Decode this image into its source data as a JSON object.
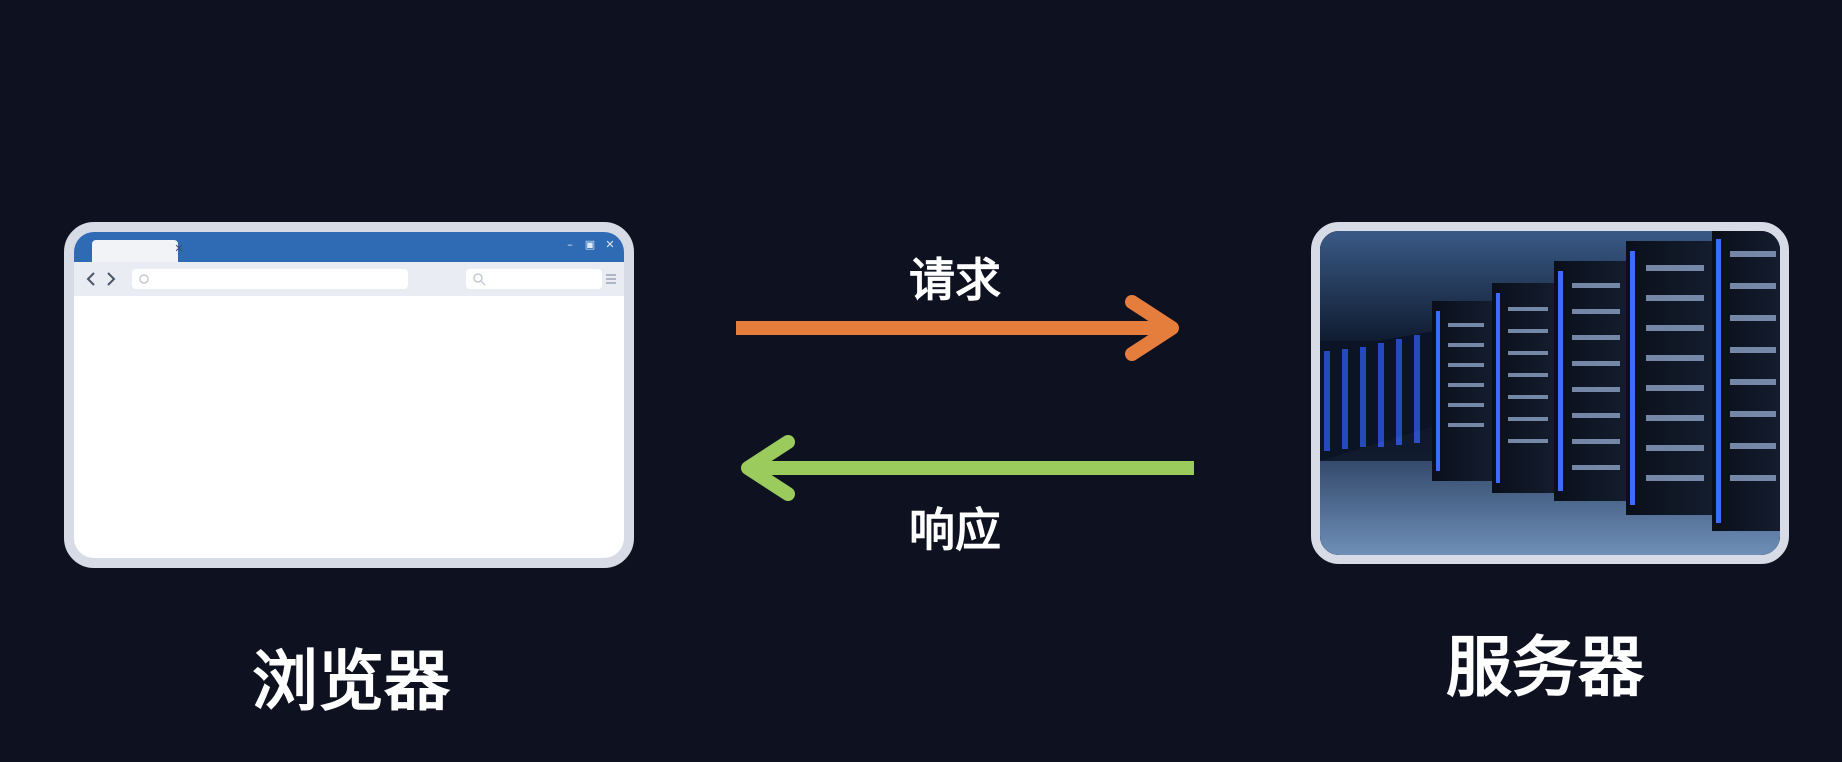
{
  "diagram": {
    "browser_label": "浏览器",
    "server_label": "服务器",
    "request_label": "请求",
    "response_label": "响应"
  },
  "colors": {
    "background": "#0e1220",
    "request_arrow": "#e57e3c",
    "response_arrow": "#9acb5c",
    "browser_titlebar": "#2f6ab4",
    "frame": "#d7dbe6",
    "label_text": "#ffffff"
  },
  "icons": {
    "browser_back": "chevron-left-icon",
    "browser_forward": "chevron-right-icon",
    "browser_search": "search-icon",
    "browser_menu": "menu-icon",
    "window_minimize": "minimize-icon",
    "window_restore": "restore-icon",
    "window_close": "close-icon",
    "tab_close": "close-icon"
  }
}
